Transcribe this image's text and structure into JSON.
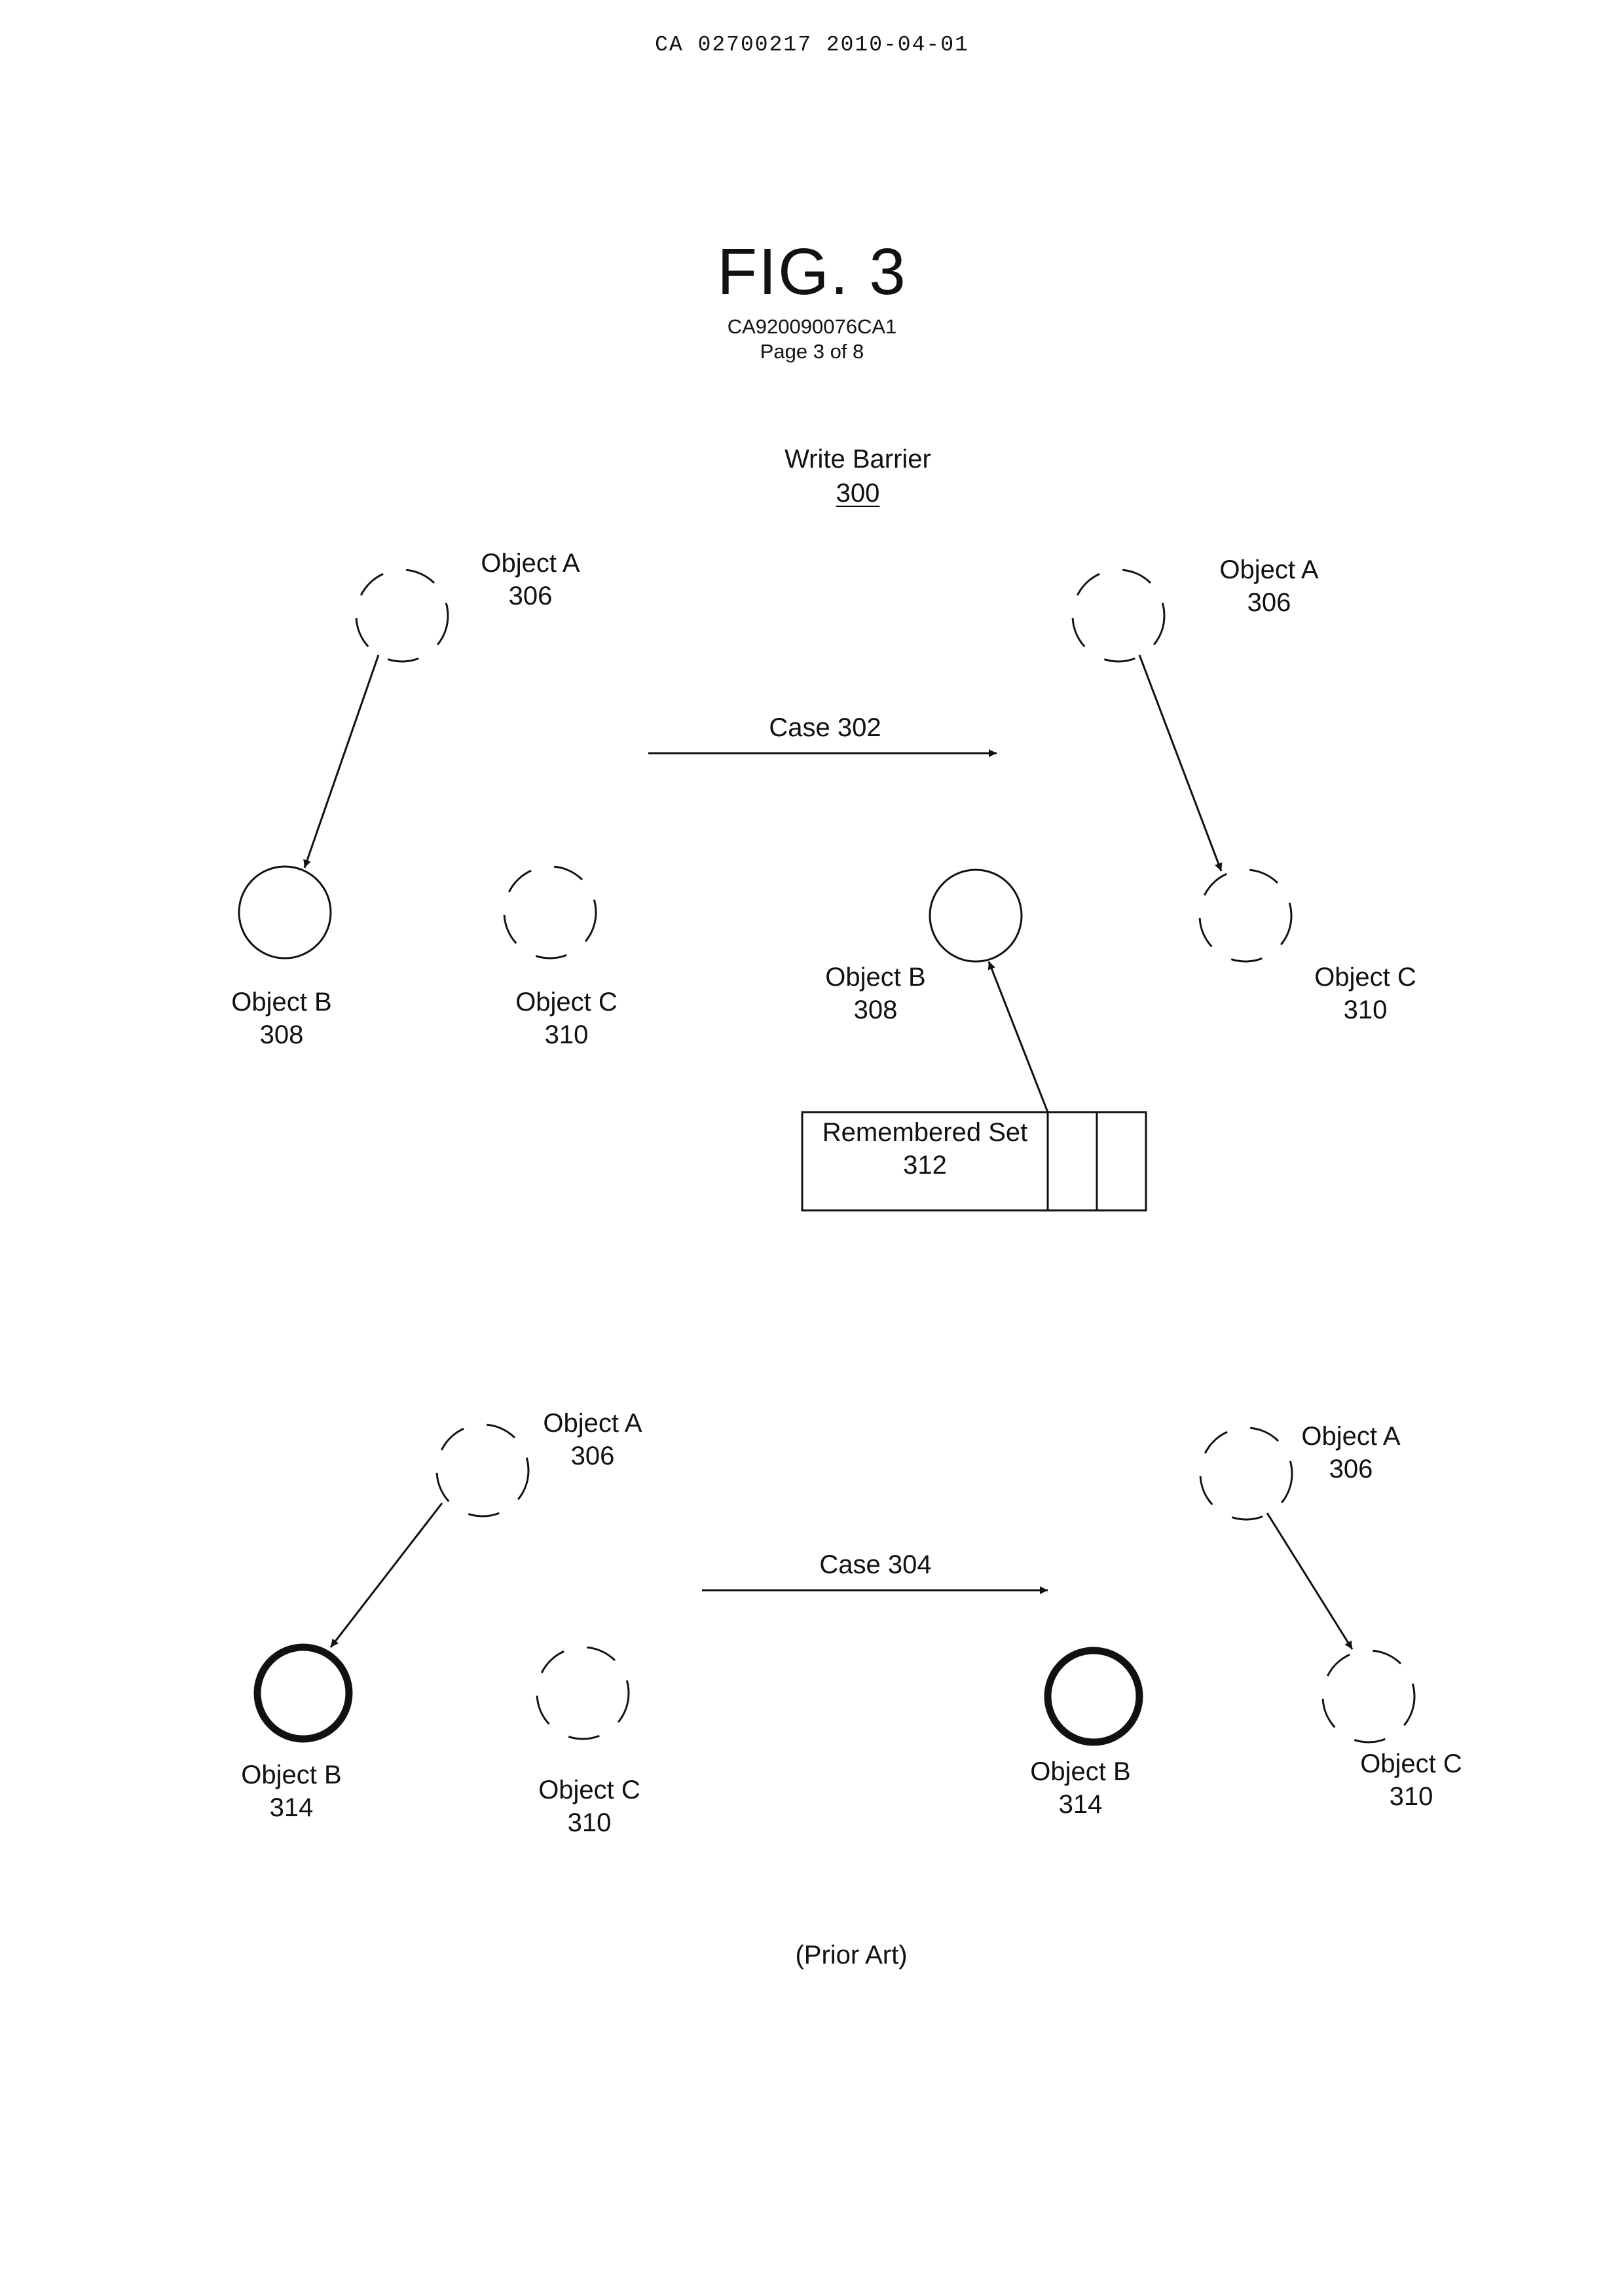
{
  "header": "CA 02700217 2010-04-01",
  "figure": {
    "title": "FIG. 3",
    "docket": "CA920090076CA1",
    "page": "Page 3 of 8"
  },
  "diagram_title": {
    "text": "Write Barrier",
    "ref": "300"
  },
  "case_302": {
    "label": "Case 302",
    "before": {
      "object_a": {
        "name": "Object A",
        "ref": "306"
      },
      "object_b": {
        "name": "Object B",
        "ref": "308"
      },
      "object_c": {
        "name": "Object C",
        "ref": "310"
      }
    },
    "after": {
      "object_a": {
        "name": "Object A",
        "ref": "306"
      },
      "object_b": {
        "name": "Object B",
        "ref": "308"
      },
      "object_c": {
        "name": "Object C",
        "ref": "310"
      },
      "remembered_set": {
        "name": "Remembered Set",
        "ref": "312"
      }
    }
  },
  "case_304": {
    "label": "Case 304",
    "before": {
      "object_a": {
        "name": "Object A",
        "ref": "306"
      },
      "object_b": {
        "name": "Object B",
        "ref": "314"
      },
      "object_c": {
        "name": "Object C",
        "ref": "310"
      }
    },
    "after": {
      "object_a": {
        "name": "Object A",
        "ref": "306"
      },
      "object_b": {
        "name": "Object B",
        "ref": "314"
      },
      "object_c": {
        "name": "Object C",
        "ref": "310"
      }
    }
  },
  "footer": "(Prior Art)"
}
